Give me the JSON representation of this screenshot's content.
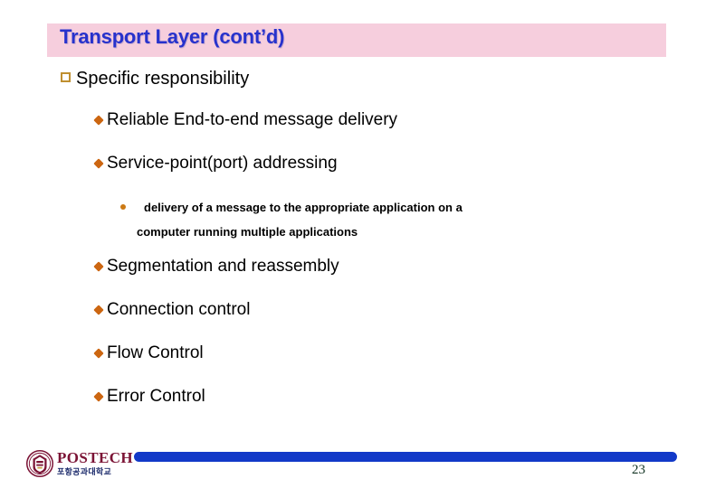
{
  "slide": {
    "title": "Transport Layer (cont’d)",
    "title_bar_color": "#f6cedd",
    "title_text_color": "#2732cc",
    "page_number": "23"
  },
  "bullets": {
    "level1": {
      "text": "Specific responsibility",
      "bullet_icon": "hollow-square",
      "bullet_color": "#bf8f30"
    },
    "level2_items": [
      {
        "text": "Reliable End-to-end message delivery"
      },
      {
        "text": "Service-point(port) addressing"
      },
      {
        "text": "Segmentation and reassembly"
      },
      {
        "text": "Connection control"
      },
      {
        "text": "Flow Control"
      },
      {
        "text": "Error Control"
      }
    ],
    "level2_bullet_icon": "diamond",
    "level2_bullet_color": "#cc6611",
    "level3": {
      "line1": "delivery of a message to the appropriate application on a",
      "line2": "computer running multiple applications",
      "bullet_icon": "filled-circle",
      "bullet_color": "#cc7a14"
    }
  },
  "footer": {
    "logo_name": "POSTECH",
    "logo_subtitle": "포항공과대학교",
    "logo_emblem_color": "#7b1335",
    "bar_color": "#1239c8"
  }
}
